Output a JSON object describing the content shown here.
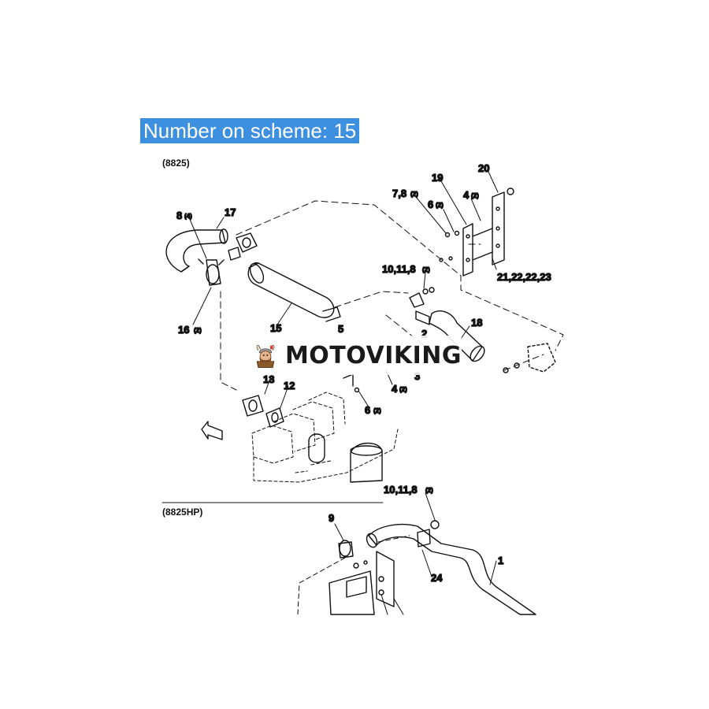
{
  "banner": {
    "text": "Number on scheme: 15"
  },
  "variants": {
    "top": "(8825)",
    "bottom": "(8825HP)"
  },
  "watermark": {
    "text": "MOTOVIKING",
    "logo_icon": "viking-mascot-icon"
  },
  "callouts": {
    "c20": "20",
    "c19": "19",
    "c7_8": "7,8",
    "c7_8_qty": "(2)",
    "c4a": "4",
    "c4a_qty": "(2)",
    "c6a": "6",
    "c6a_qty": "(2)",
    "c8": "8",
    "c8_qty": "(4)",
    "c17": "17",
    "c10_11_8a": "10,11,8",
    "c10_11_8a_qty": "(2)",
    "c21_23": "21,22,22,23",
    "c16": "16",
    "c16_qty": "(2)",
    "c15": "15",
    "c5": "5",
    "c18": "18",
    "c2": "2",
    "c3": "3",
    "c4b": "4",
    "c4b_qty": "(2)",
    "c6b": "6",
    "c6b_qty": "(2)",
    "c13": "13",
    "c12": "12",
    "c10_11_8b": "10,11,8",
    "c10_11_8b_qty": "(2)",
    "c9": "9",
    "c24": "24",
    "c1": "1"
  },
  "colors": {
    "banner_bg": "#3d8fe0",
    "line": "#111111",
    "background": "#ffffff"
  }
}
